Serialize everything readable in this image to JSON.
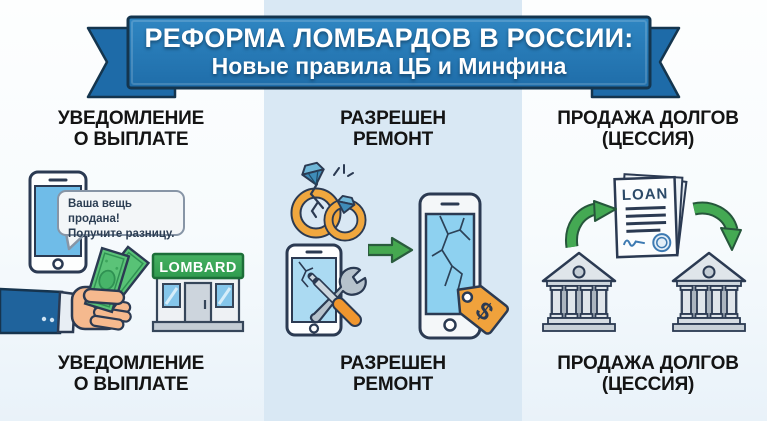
{
  "banner": {
    "line1": "РЕФОРМА ЛОМБАРДОВ В РОССИИ:",
    "line2": "Новые правила ЦБ и Минфина"
  },
  "columns": [
    {
      "title_top": [
        "УВЕДОМЛЕНИЕ",
        "О ВЫПЛАТЕ"
      ],
      "title_bottom": [
        "УВЕДОМЛЕНИЕ",
        "О ВЫПЛАТЕ"
      ],
      "bubble": [
        "Ваша вещь продана!",
        "Получите разницу."
      ],
      "shop_sign": "LOMBARD",
      "icons": [
        "smartphone-icon",
        "speech-bubble-icon",
        "hand-with-money-icon",
        "pawnshop-building-icon"
      ]
    },
    {
      "title_top": [
        "РАЗРЕШЕН",
        "РЕМОНТ"
      ],
      "title_bottom": [
        "РАЗРЕШЕН",
        "РЕМОНТ"
      ],
      "price_tag_symbol": "$",
      "icons": [
        "broken-rings-icon",
        "cracked-phone-tools-icon",
        "arrow-right-icon",
        "cracked-phone-icon",
        "price-tag-icon"
      ]
    },
    {
      "title_top": [
        "ПРОДАЖА ДОЛГОВ",
        "(ЦЕССИЯ)"
      ],
      "title_bottom": [
        "ПРОДАЖА ДОЛГОВ",
        "(ЦЕССИЯ)"
      ],
      "document_label": "LOAN",
      "icons": [
        "loan-document-icon",
        "curved-arrow-up-icon",
        "curved-arrow-down-icon",
        "bank-building-icon"
      ]
    }
  ],
  "colors": {
    "ribbon_blue": "#2478b6",
    "ribbon_dark": "#14354e",
    "band_blue": "#d9e8f4",
    "outline_navy": "#2b3a52",
    "arrow_green": "#44a953",
    "money_green": "#58c276",
    "sign_green": "#3aa457",
    "tag_orange": "#f0a23c",
    "ring_gold": "#f0a73e",
    "title_black": "#141414"
  }
}
